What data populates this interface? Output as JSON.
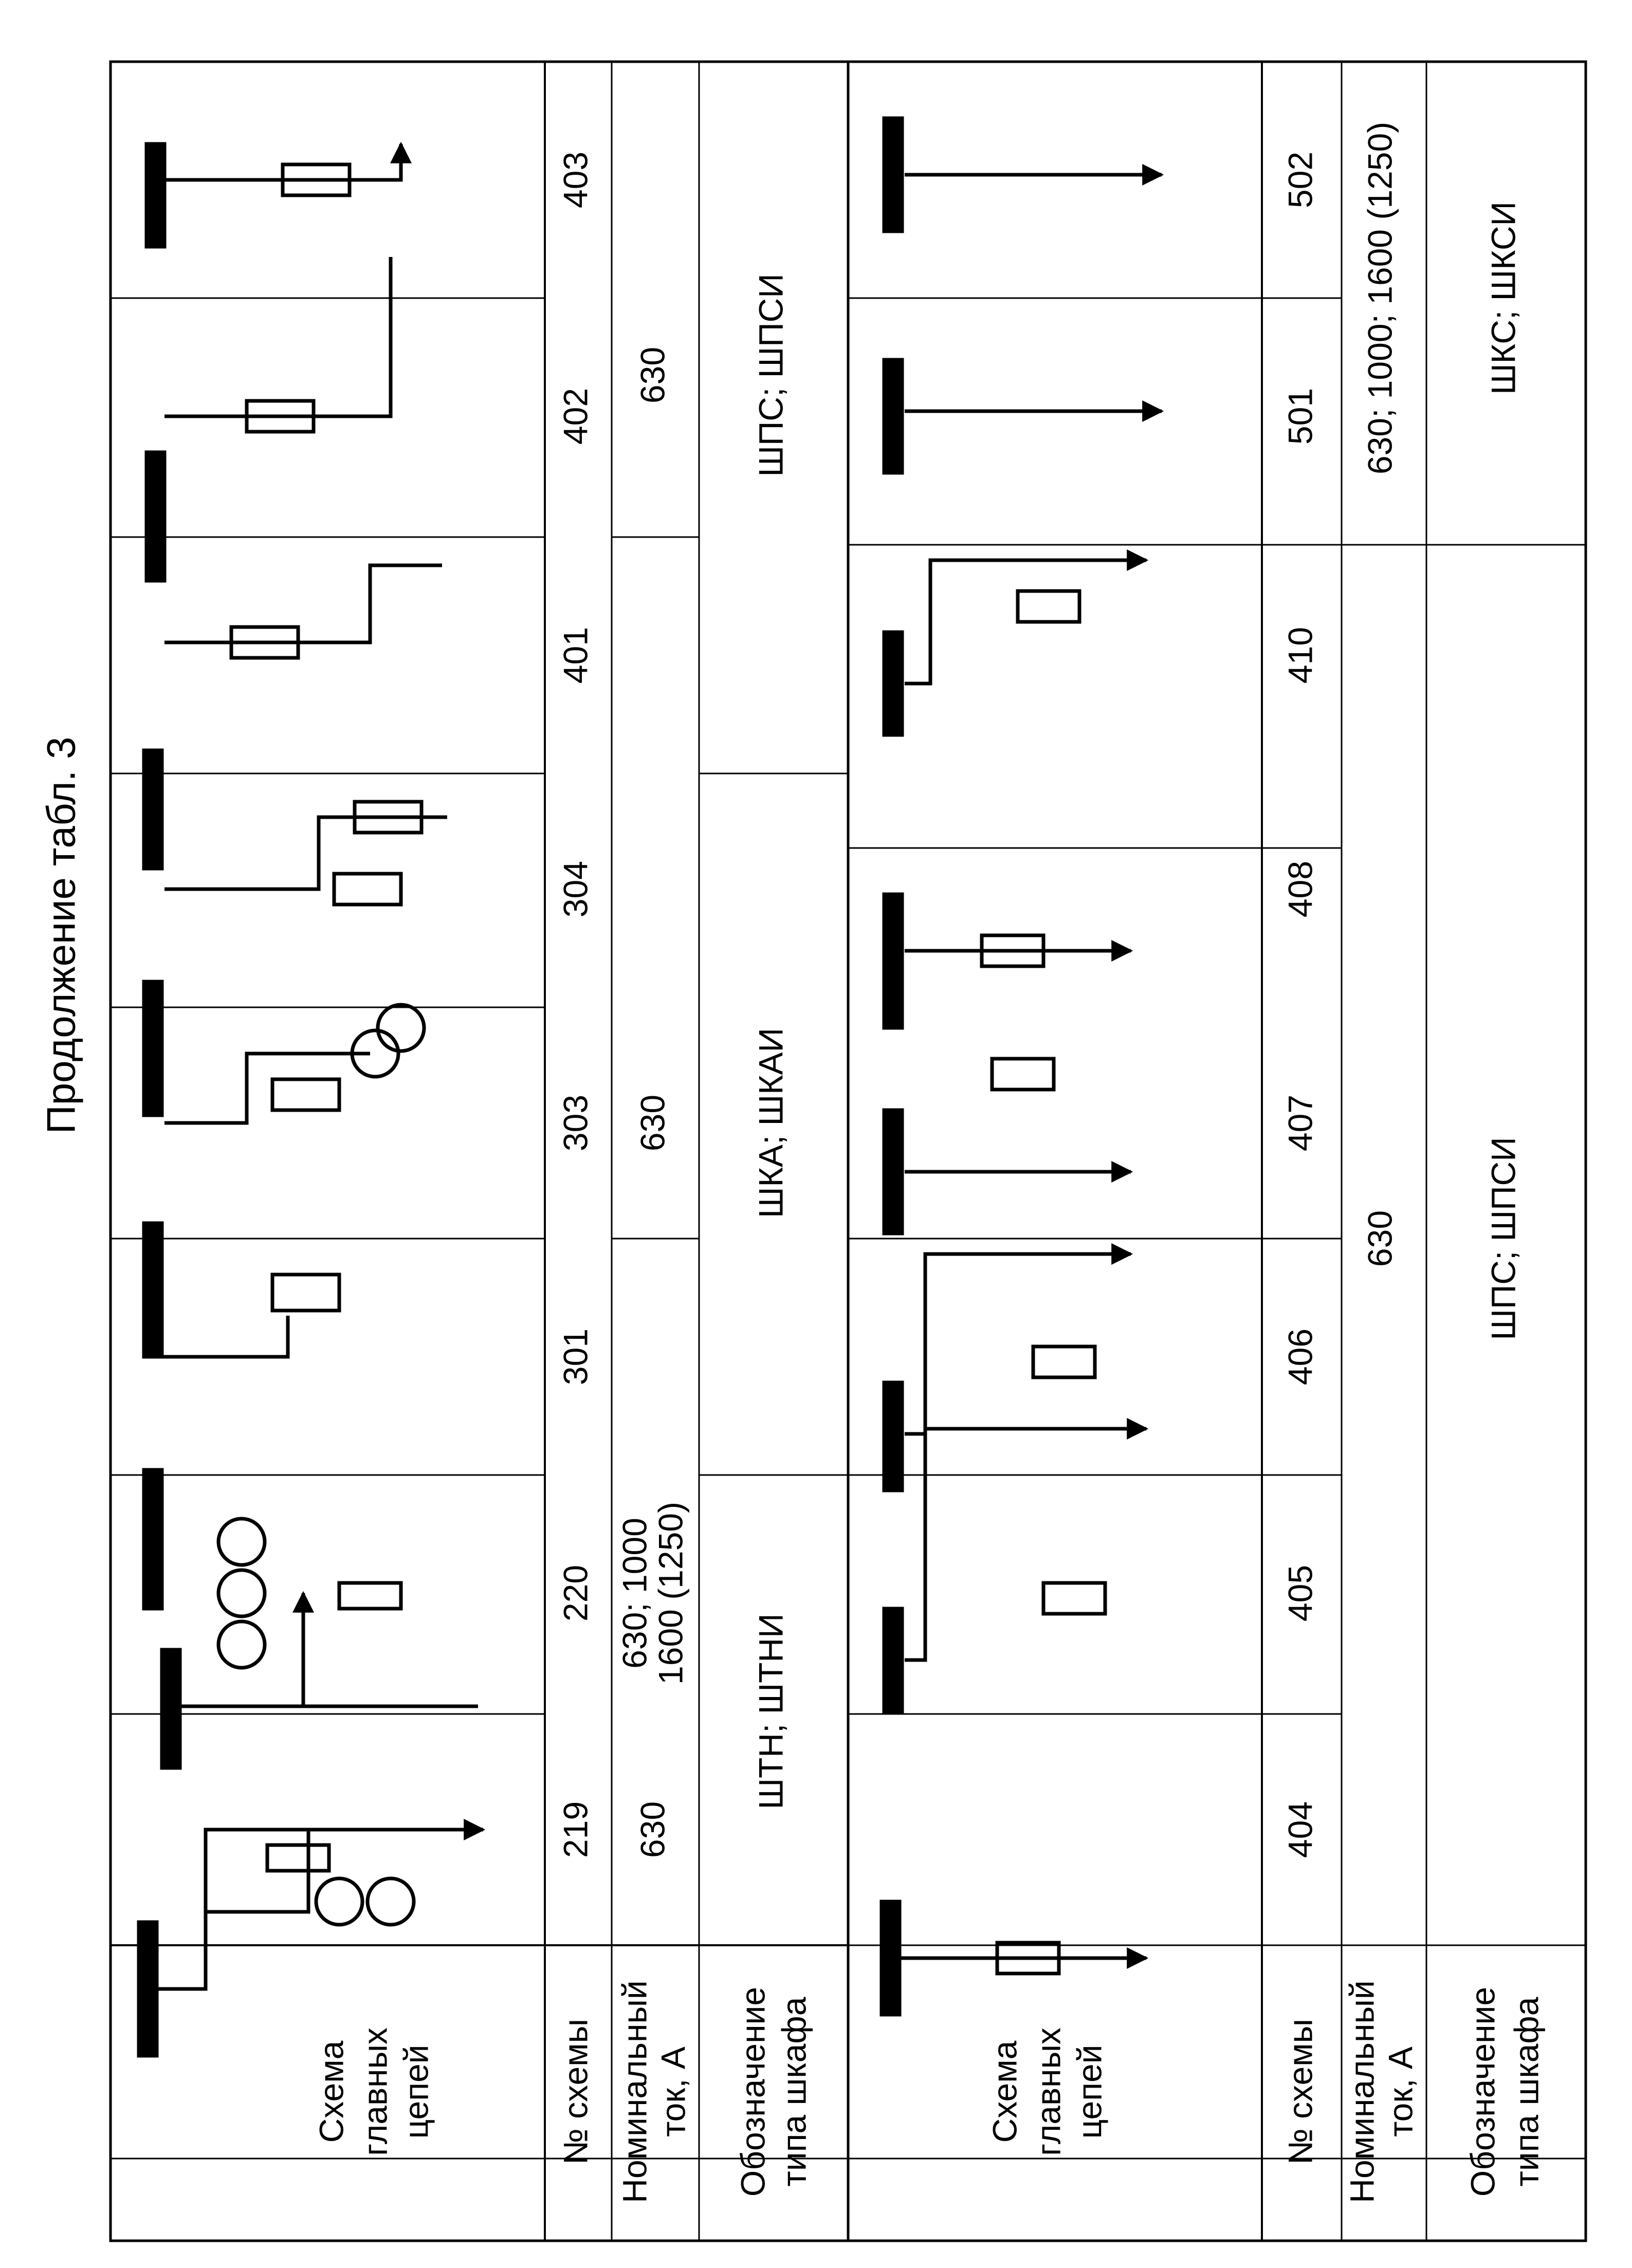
{
  "caption": "Продолжение табл. 3",
  "row_headers": {
    "scheme": "Схема главных цепей",
    "scheme_lines": [
      "Схема",
      "главных",
      "цепей"
    ],
    "number": "№ схемы",
    "current": "Номинальный ток, А",
    "current_lines": [
      "Номинальный",
      "ток, А"
    ],
    "cabinet": "Обозначение типа шкафа",
    "cabinet_lines": [
      "Обозначение",
      "типа шкафа"
    ]
  },
  "upper": {
    "numbers": [
      "219",
      "220",
      "301",
      "303",
      "304",
      "401",
      "402",
      "403"
    ],
    "currents": [
      "630",
      "630; 1000",
      "1600 (1250)",
      "630",
      "630"
    ],
    "cabinets": [
      "ШТН; ШТНИ",
      "ШКА; ШКАИ",
      "ШПС; ШПСИ"
    ]
  },
  "lower": {
    "numbers": [
      "404",
      "405",
      "406",
      "407",
      "408",
      "410",
      "501",
      "502"
    ],
    "currents": [
      "630",
      "630; 1000; 1600 (1250)"
    ],
    "cabinets": [
      "ШПС; ШПСИ",
      "ШКС; ШКСИ"
    ]
  }
}
